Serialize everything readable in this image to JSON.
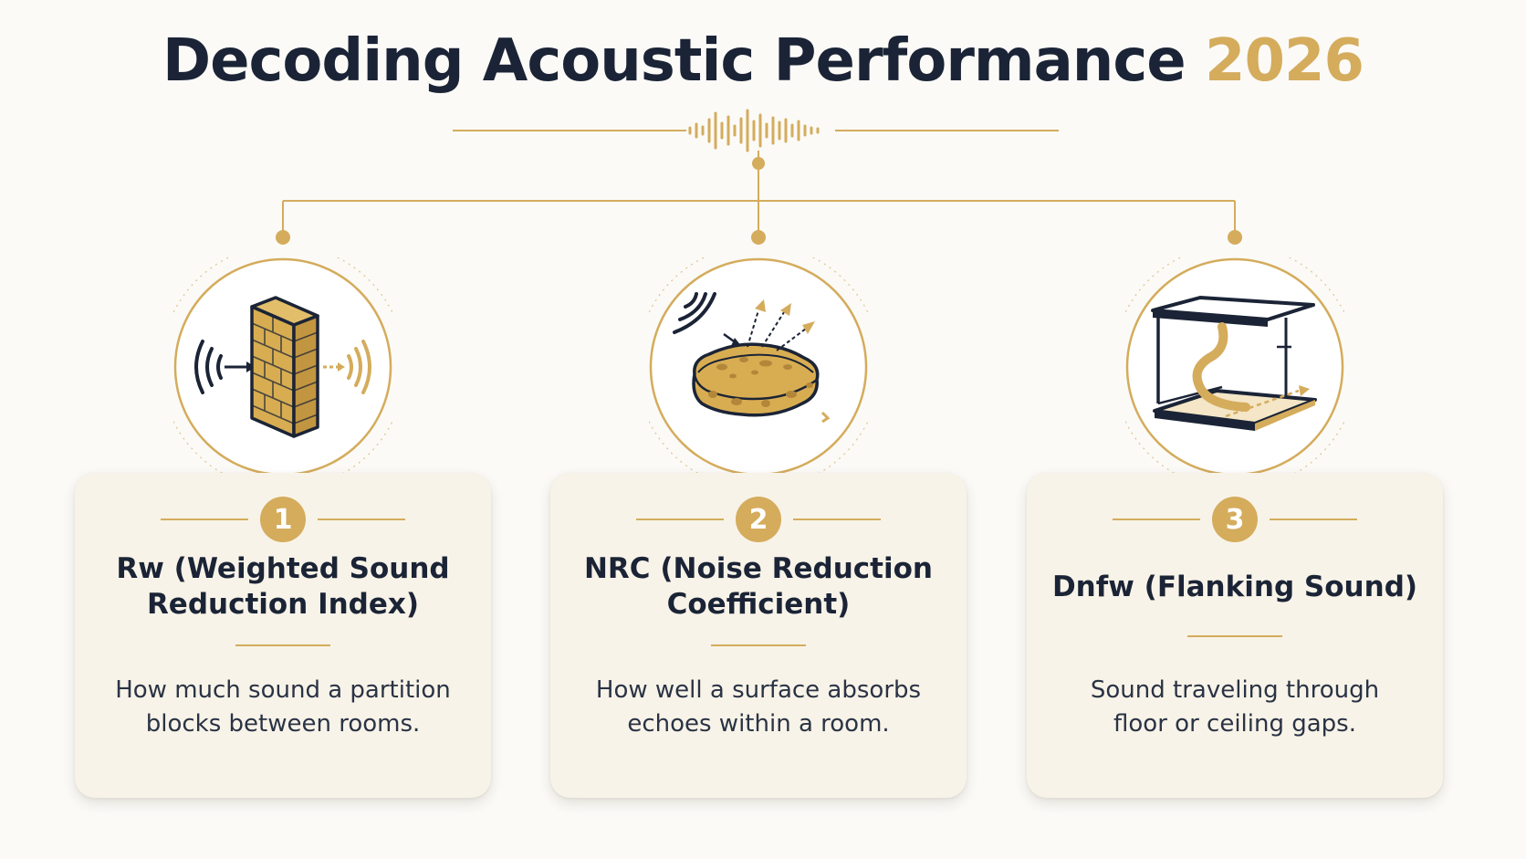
{
  "title": {
    "main": "Decoding Acoustic Performance",
    "year": "2026"
  },
  "colors": {
    "navy": "#1b2436",
    "gold": "#d4ac5c",
    "card": "#f8f3e8",
    "background": "#fbfaf7"
  },
  "metrics": [
    {
      "number": "1",
      "heading": "Rw (Weighted Sound Reduction Index)",
      "description": "How much sound a partition blocks between rooms.",
      "icon": "brick-wall-sound-block-icon"
    },
    {
      "number": "2",
      "heading": "NRC (Noise Reduction Coefficient)",
      "description": "How well a surface absorbs echoes within a room.",
      "icon": "sponge-absorption-icon"
    },
    {
      "number": "3",
      "heading": "Dnfw (Flanking Sound)",
      "description": "Sound traveling through floor or ceiling gaps.",
      "icon": "floor-ceiling-flanking-icon"
    }
  ]
}
